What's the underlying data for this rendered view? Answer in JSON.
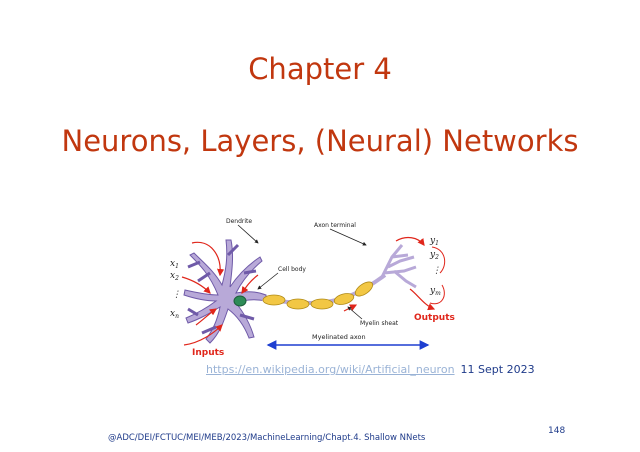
{
  "slide": {
    "title_line1": "Chapter 4",
    "title_line2": "Neurons, Layers, (Neural) Networks"
  },
  "figure": {
    "labels": {
      "dendrite": "Dendrite",
      "axon_terminal": "Axon terminal",
      "cell_body": "Cell body",
      "myelin_sheath": "Myelin sheat",
      "myelinated_axon": "Myelinated axon",
      "inputs": "Inputs",
      "outputs": "Outputs",
      "x1": "x",
      "x1_sub": "1",
      "x2": "x",
      "x2_sub": "2",
      "xn": "x",
      "xn_sub": "n",
      "y1": "y",
      "y1_sub": "1",
      "y2": "y",
      "y2_sub": "2",
      "ym": "y",
      "ym_sub": "m",
      "vdots": "⋮"
    },
    "colors": {
      "neuron_fill": "#b8a9d8",
      "neuron_stroke": "#6f5aa8",
      "nucleus": "#2e8b57",
      "myelin": "#f2c744",
      "signal_red": "#e0261b",
      "axon_arrow": "#1e3fd1"
    }
  },
  "caption": {
    "link_text": "https://en.wikipedia.org/wiki/Artificial_neuron",
    "date": "11 Sept 2023"
  },
  "footer": {
    "text": "@ADC/DEI/FCTUC/MEI/MEB/2023/MachineLearning/Chapt.4. Shallow NNets",
    "page_number": "148"
  }
}
